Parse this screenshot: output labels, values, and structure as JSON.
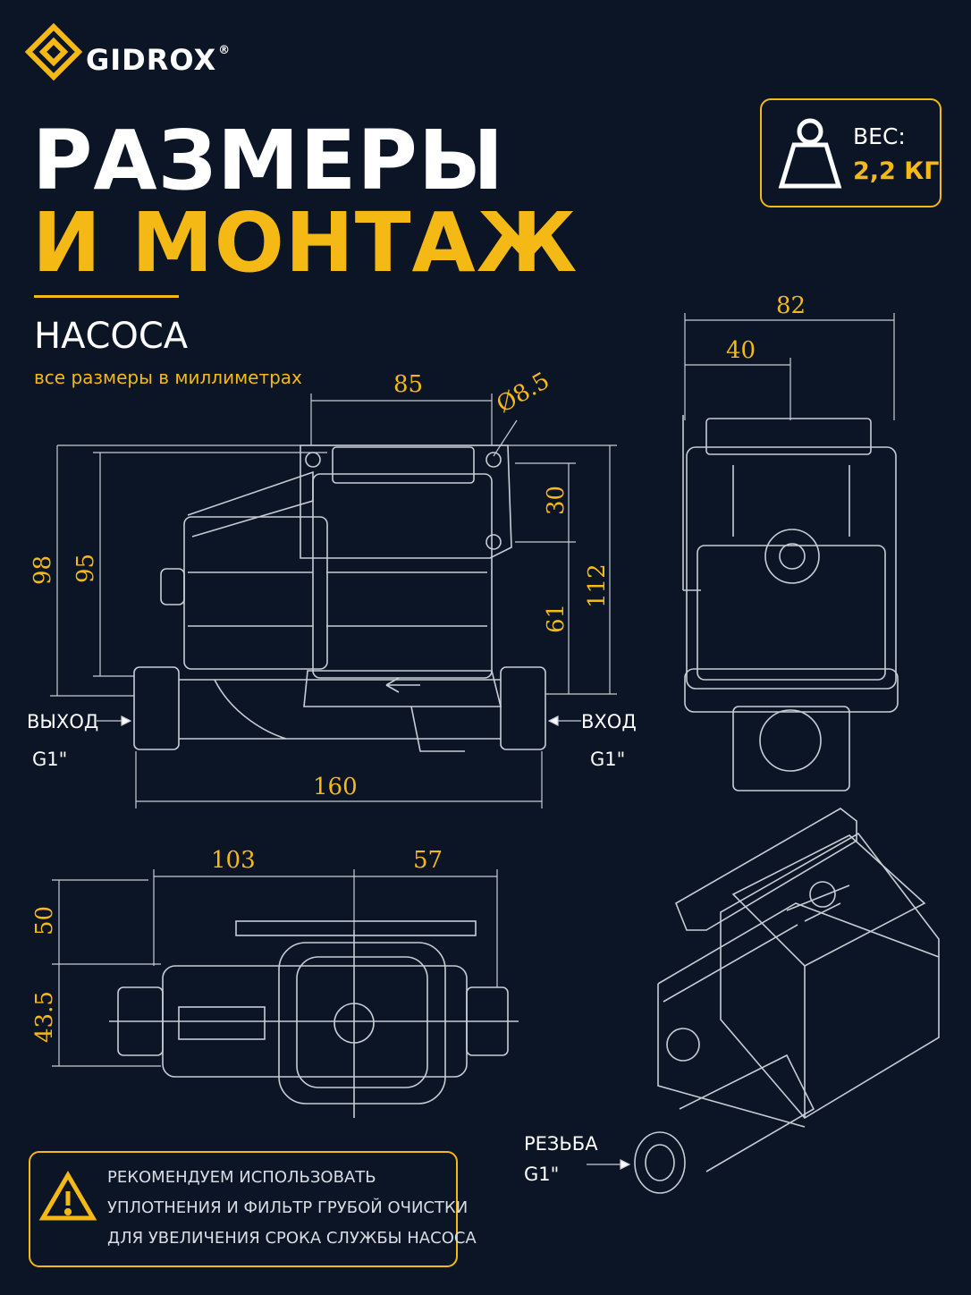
{
  "brand": {
    "name": "GIDROX",
    "mark": "®"
  },
  "header": {
    "title_line1": "РАЗМЕРЫ",
    "title_line2": "И МОНТАЖ",
    "subtitle": "НАСОСА",
    "note": "все размеры в миллиметрах"
  },
  "weight": {
    "label": "ВЕС:",
    "value": "2,2 КГ",
    "icon": "weight-icon"
  },
  "side_view": {
    "dims": {
      "width_top": "85",
      "hole": "Ø8.5",
      "h_total": "98",
      "h_body": "95",
      "h_top": "30",
      "h_mount": "61",
      "h_full": "112",
      "length": "160"
    },
    "outlet": {
      "label": "ВЫХОД",
      "thread": "G1\""
    },
    "inlet": {
      "label": "ВХОД",
      "thread": "G1\""
    }
  },
  "front_view": {
    "dims": {
      "total": "82",
      "half": "40"
    }
  },
  "top_view": {
    "dims": {
      "left": "103",
      "right": "57",
      "upper": "50",
      "lower": "43.5"
    }
  },
  "iso_view": {
    "thread_label": "РЕЗЬБА",
    "thread": "G1\""
  },
  "warning": {
    "icon": "warning-icon",
    "lines": [
      "РЕКОМЕНДУЕМ ИСПОЛЬЗОВАТЬ",
      "УПЛОТНЕНИЯ И ФИЛЬТР ГРУБОЙ ОЧИСТКИ",
      "ДЛЯ УВЕЛИЧЕНИЯ СРОКА СЛУЖБЫ НАСОСА"
    ]
  },
  "colors": {
    "background": "#0c1526",
    "accent": "#f5b916",
    "text": "#ffffff",
    "line": "#c8cdd4"
  }
}
